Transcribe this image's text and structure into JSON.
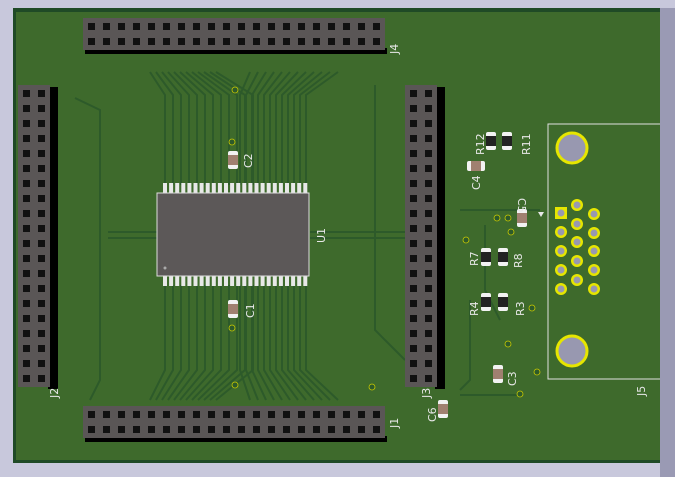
{
  "board": {
    "title": "PCB 3D view",
    "colors": {
      "background": "#c8c8dc",
      "board": "#3e6a2c",
      "edge": "#1f4a26",
      "track": "#2d5a2a",
      "header": "#5a5656",
      "pad": "#e6e600"
    }
  },
  "headers": [
    {
      "ref": "J4",
      "orientation": "horizontal",
      "cols": 20,
      "rows": 2
    },
    {
      "ref": "J1",
      "orientation": "horizontal",
      "cols": 20,
      "rows": 2
    },
    {
      "ref": "J2",
      "orientation": "vertical",
      "cols": 2,
      "rows": 20
    },
    {
      "ref": "J3",
      "orientation": "vertical",
      "cols": 2,
      "rows": 20
    }
  ],
  "ic": {
    "ref": "U1",
    "pins_per_side": 24
  },
  "connector": {
    "ref": "J5",
    "pins": 15
  },
  "capacitors": [
    "C1",
    "C2",
    "C3",
    "C4",
    "C5",
    "C6"
  ],
  "resistors": [
    "R3",
    "R4",
    "R7",
    "R8",
    "R11",
    "R12"
  ]
}
